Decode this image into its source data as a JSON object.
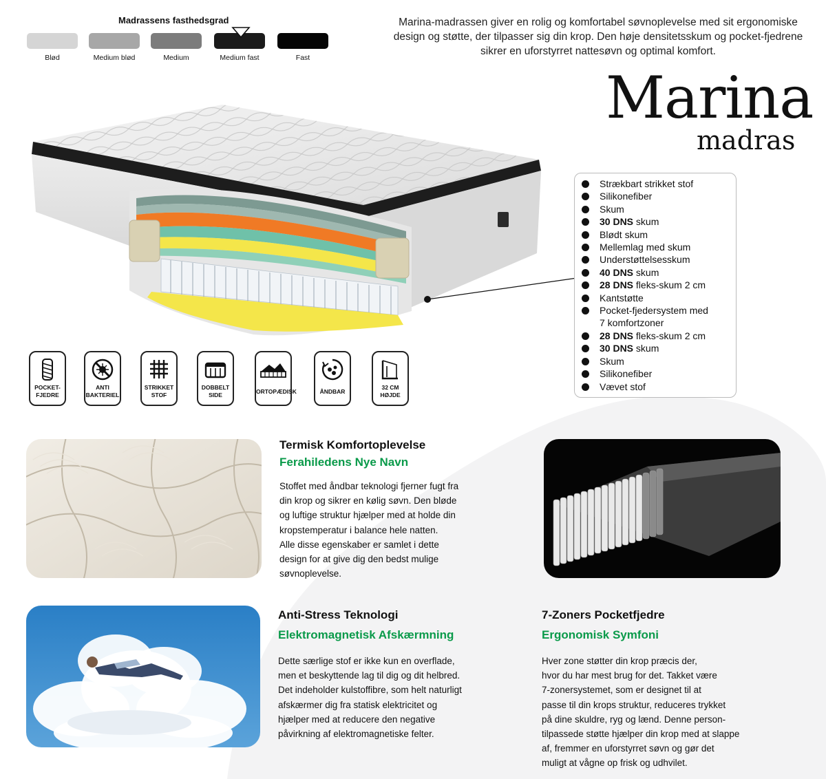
{
  "firmness": {
    "title": "Madrassens fasthedsgrad",
    "levels": [
      {
        "label": "Blød",
        "color": "#d5d5d5"
      },
      {
        "label": "Medium blød",
        "color": "#a7a7a7"
      },
      {
        "label": "Medium",
        "color": "#7c7c7c"
      },
      {
        "label": "Medium fast",
        "color": "#1b1b1b"
      },
      {
        "label": "Fast",
        "color": "#050505"
      }
    ],
    "selected": "Medium fast"
  },
  "intro": "Marina-madrassen giver en rolig og komfortabel søvnoplevelse med sit ergonomiske design og støtte, der tilpasser sig din krop. Den høje densitetsskum og pocket-fjedrene sikrer en uforstyrret nattesøvn og optimal komfort.",
  "brand": {
    "name": "Marina",
    "subtitle": "madras"
  },
  "layers": [
    {
      "bold": "",
      "text": "Strækbart strikket stof"
    },
    {
      "bold": "",
      "text": "Silikonefiber"
    },
    {
      "bold": "",
      "text": "Skum"
    },
    {
      "bold": "30 DNS",
      "text": " skum"
    },
    {
      "bold": "",
      "text": "Blødt skum"
    },
    {
      "bold": "",
      "text": "Mellemlag med skum"
    },
    {
      "bold": "",
      "text": "Understøttelsesskum"
    },
    {
      "bold": "40 DNS",
      "text": " skum"
    },
    {
      "bold": "28 DNS",
      "text": " fleks-skum 2 cm"
    },
    {
      "bold": "",
      "text": "Kantstøtte"
    },
    {
      "bold": "",
      "text": "Pocket-fjedersystem med"
    },
    {
      "bold": "",
      "text": "7 komfortzoner",
      "continuation": true
    },
    {
      "bold": "28 DNS",
      "text": " fleks-skum 2 cm"
    },
    {
      "bold": "30 DNS",
      "text": " skum"
    },
    {
      "bold": "",
      "text": "Skum"
    },
    {
      "bold": "",
      "text": "Silikonefiber"
    },
    {
      "bold": "",
      "text": "Vævet stof"
    }
  ],
  "features": [
    {
      "icon": "pocket-spring-icon",
      "line1": "POCKET-",
      "line2": "FJEDRE"
    },
    {
      "icon": "anti-bacterial-icon",
      "line1": "ANTI",
      "line2": "BAKTERIEL"
    },
    {
      "icon": "knitted-fabric-icon",
      "line1": "STRIKKET",
      "line2": "STOF"
    },
    {
      "icon": "double-sided-icon",
      "line1": "DOBBELT",
      "line2": "SIDE"
    },
    {
      "icon": "orthopedic-icon",
      "line1": "ORTOPÆDISK",
      "line2": ""
    },
    {
      "icon": "breathable-icon",
      "line1": "ÅNDBAR",
      "line2": ""
    },
    {
      "icon": "height-icon",
      "line1": "32 CM",
      "line2": "HØJDE"
    }
  ],
  "sections": {
    "thermal": {
      "title": "Termisk Komfortoplevelse",
      "subtitle": "Ferahiledens Nye Navn",
      "body": [
        "Stoffet med åndbar teknologi fjerner fugt fra",
        "din krop og sikrer en kølig søvn. Den bløde",
        "og luftige struktur hjælper med at holde din",
        "kropstemperatur i balance hele natten.",
        "Alle disse egenskaber er samlet i dette",
        "design for at give dig den bedst mulige",
        "søvnoplevelse."
      ]
    },
    "antistress": {
      "title": "Anti-Stress Teknologi",
      "subtitle": "Elektromagnetisk Afskærmning",
      "body": [
        "Dette særlige stof er ikke kun en overflade,",
        "men et beskyttende lag til dig og dit helbred.",
        "Det indeholder kulstoffibre, som helt naturligt",
        "afskærmer dig fra statisk elektricitet og",
        "hjælper med at reducere den negative",
        "påvirkning af elektromagnetiske felter."
      ]
    },
    "pocket": {
      "title": "7-Zoners Pocketfjedre",
      "subtitle": "Ergonomisk Symfoni",
      "body": [
        "Hver zone støtter din krop præcis der,",
        "hvor du har mest brug for det. Takket være",
        "7-zonersystemet, som er designet til at",
        "passe til din krops struktur, reduceres trykket",
        "på dine skuldre, ryg og lænd. Denne person-",
        "tilpassede støtte hjælper din krop med at slappe",
        "af, fremmer en uforstyrret søvn og gør det",
        "muligt at vågne op frisk og udhvilet."
      ]
    }
  },
  "colors": {
    "accent_green": "#0a9a4a",
    "text": "#111111"
  }
}
